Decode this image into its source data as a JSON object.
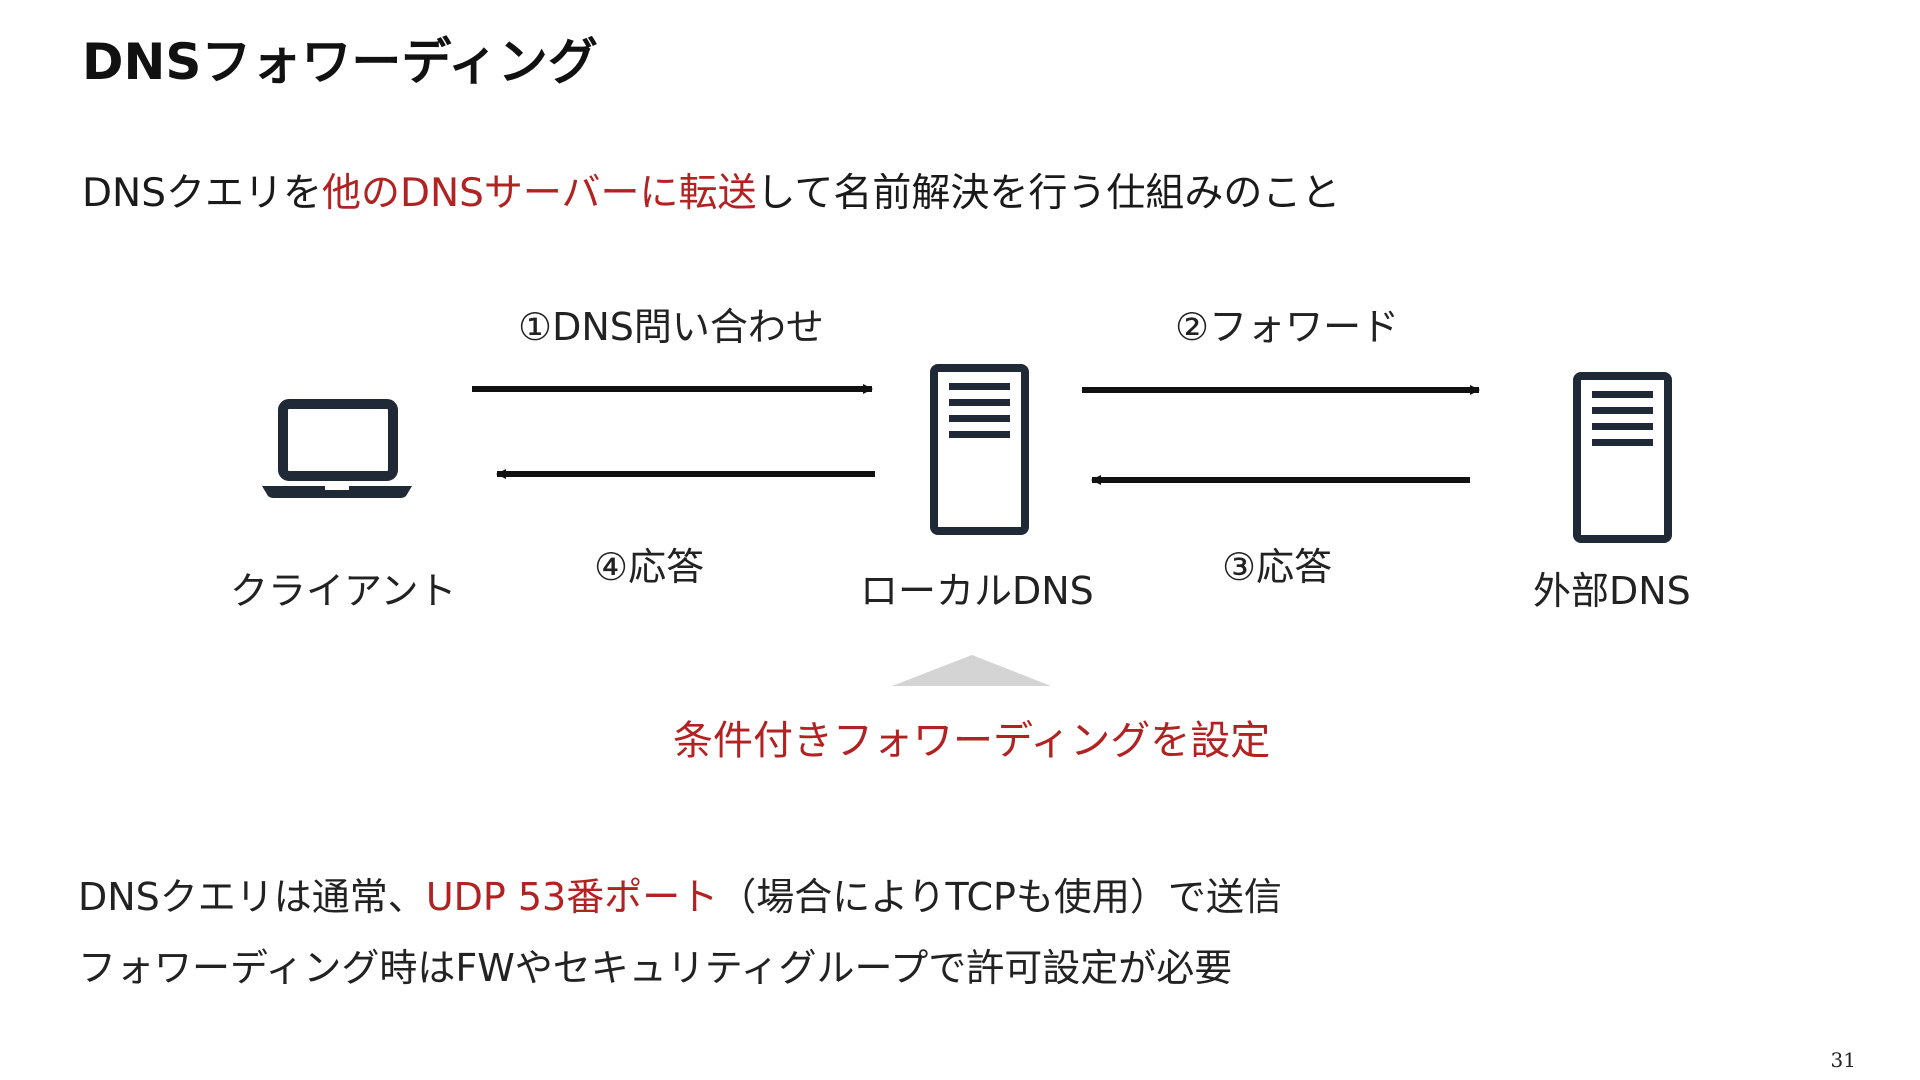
{
  "slide": {
    "title": "DNSフォワーディング",
    "subtitle": {
      "part1": "DNSクエリを",
      "highlight": "他のDNSサーバーに転送",
      "part2": "して名前解決を行う仕組みのこと"
    },
    "page_number": "31"
  },
  "diagram": {
    "nodes": {
      "client": "クライアント",
      "local_dns": "ローカルDNS",
      "external_dns": "外部DNS"
    },
    "steps": {
      "query": "①DNS問い合わせ",
      "forward": "②フォワード",
      "response_external": "③応答",
      "response_local": "④応答"
    },
    "conditional_note": "条件付きフォワーディングを設定",
    "colors": {
      "accent": "#b22222",
      "icon": "#1f2a36",
      "arrow": "#111111",
      "pointer": "#d4d4d4"
    },
    "icons": {
      "client": "laptop-icon",
      "local_dns": "server-icon",
      "external_dns": "server-icon"
    }
  },
  "notes": {
    "line1": {
      "part1": "DNSクエリは通常、",
      "highlight": "UDP 53番ポート",
      "part2": "（場合によりTCPも使用）で送信"
    },
    "line2": "フォワーディング時はFWやセキュリティグループで許可設定が必要"
  }
}
